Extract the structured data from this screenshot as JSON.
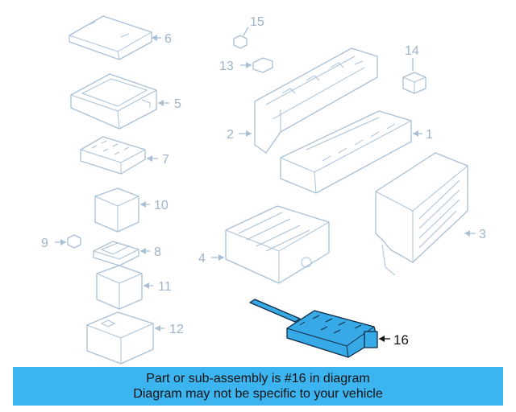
{
  "diagram": {
    "highlight_color": "#36a9e6",
    "part_color": "#a9c0d6",
    "callouts": [
      "1",
      "2",
      "3",
      "4",
      "5",
      "6",
      "7",
      "8",
      "9",
      "10",
      "11",
      "12",
      "13",
      "14",
      "15",
      "16"
    ],
    "highlighted_part": "16"
  },
  "banner": {
    "background": "#3cb4ef",
    "line1": "Part or sub-assembly is #16 in diagram",
    "line2": "Diagram may not be specific to your vehicle"
  }
}
